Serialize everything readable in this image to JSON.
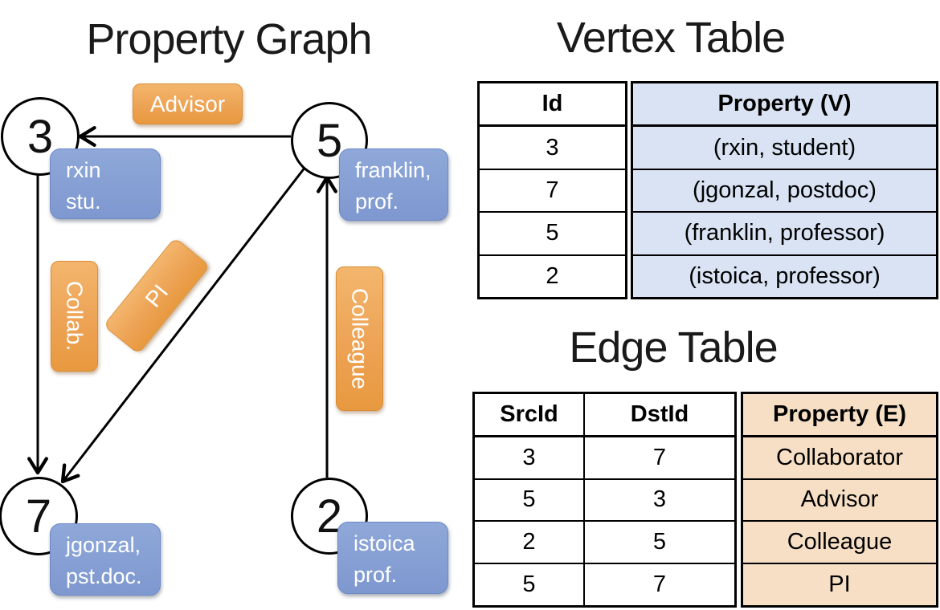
{
  "graph": {
    "title": "Property Graph",
    "nodes": [
      {
        "id": "3",
        "label_line1": "rxin",
        "label_line2": "stu."
      },
      {
        "id": "5",
        "label_line1": "franklin,",
        "label_line2": "prof."
      },
      {
        "id": "7",
        "label_line1": "jgonzal,",
        "label_line2": "pst.doc."
      },
      {
        "id": "2",
        "label_line1": "istoica",
        "label_line2": "prof."
      }
    ],
    "edge_labels": {
      "advisor": "Advisor",
      "collab": "Collab.",
      "pi": "PI",
      "colleague": "Colleague"
    }
  },
  "vertex_table": {
    "title": "Vertex Table",
    "headers": {
      "id": "Id",
      "property": "Property (V)"
    },
    "rows": [
      {
        "id": "3",
        "property": "(rxin, student)"
      },
      {
        "id": "7",
        "property": "(jgonzal, postdoc)"
      },
      {
        "id": "5",
        "property": "(franklin, professor)"
      },
      {
        "id": "2",
        "property": "(istoica, professor)"
      }
    ]
  },
  "edge_table": {
    "title": "Edge Table",
    "headers": {
      "src": "SrcId",
      "dst": "DstId",
      "property": "Property (E)"
    },
    "rows": [
      {
        "src": "3",
        "dst": "7",
        "property": "Collaborator"
      },
      {
        "src": "5",
        "dst": "3",
        "property": "Advisor"
      },
      {
        "src": "2",
        "dst": "5",
        "property": "Colleague"
      },
      {
        "src": "5",
        "dst": "7",
        "property": "PI"
      }
    ]
  },
  "colors": {
    "edge_label_orange": "#eda355",
    "vertex_label_blue": "#829cd3",
    "vertex_column_fill": "#d9e3f3",
    "edge_column_fill": "#f6dfc4",
    "line_black": "#000000"
  }
}
